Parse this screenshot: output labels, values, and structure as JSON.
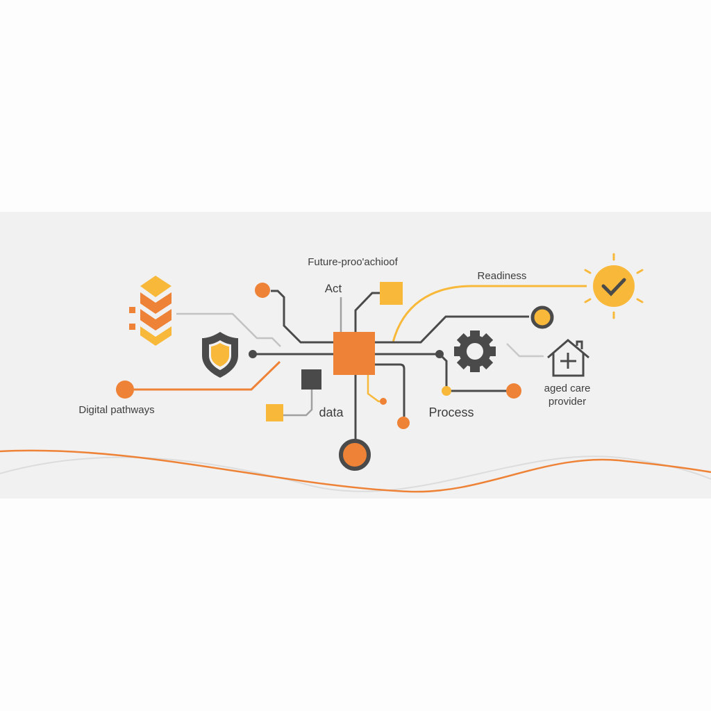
{
  "labels": {
    "future_proof": "Future-proo'achioof",
    "act": "Act",
    "readiness": "Readiness",
    "digital_pathways": "Digital pathways",
    "data": "data",
    "process": "Process",
    "aged_care_1": "aged care",
    "aged_care_2": "provider"
  },
  "colors": {
    "orange": "#ee8236",
    "yellow": "#f8b93b",
    "dark": "#4a4a4a",
    "grey": "#c2c2c2",
    "band": "#f1f1f1"
  }
}
